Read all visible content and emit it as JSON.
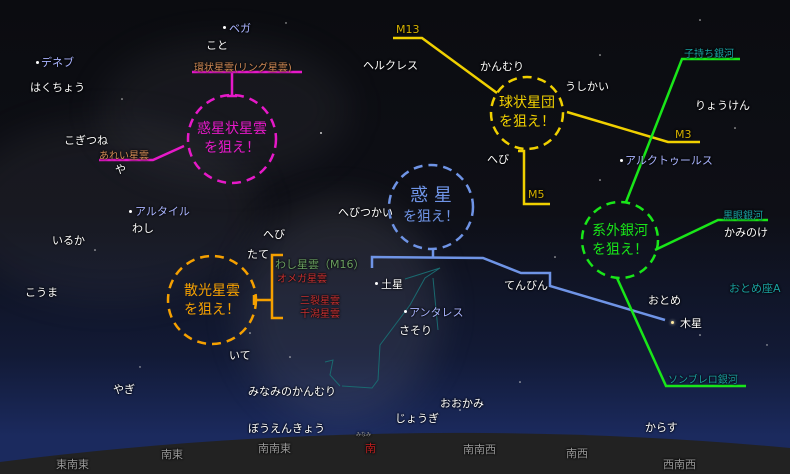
{
  "stars": {
    "vega": "ベガ",
    "deneb": "デネブ",
    "altair": "アルタイル",
    "arcturus": "アルクトゥールス",
    "antares": "アンタレス"
  },
  "planets": {
    "saturn": "土星",
    "jupiter": "木星"
  },
  "constellations": [
    "こと",
    "はくちょう",
    "ヘルクレス",
    "かんむり",
    "うしかい",
    "りょうけん",
    "こぎつね",
    "や",
    "へび",
    "へびつかい",
    "わし",
    "いるか",
    "へび",
    "たて",
    "こうま",
    "いて",
    "やぎ",
    "みなみのかんむり",
    "ぼうえんきょう",
    "さそり",
    "てんびん",
    "おとめ",
    "おおかみ",
    "じょうぎ",
    "からす",
    "かみのけ"
  ],
  "targets": {
    "planetary_nebula": {
      "title": "惑星状星雲",
      "sub": "を狙え！",
      "items": [
        "環状星雲(リング星雲)",
        "あれい星雲"
      ],
      "color": "#e619c8"
    },
    "globular_cluster": {
      "title": "球状星団",
      "sub": "を狙え！",
      "items": [
        "M13",
        "M3",
        "M5"
      ],
      "color": "#f0d000"
    },
    "planet": {
      "title": "惑 星",
      "sub": "を狙え！",
      "color": "#6f94e6"
    },
    "galaxy": {
      "title": "系外銀河",
      "sub": "を狙え！",
      "items": [
        "子持ち銀河",
        "黒眼銀河",
        "ソンブレロ銀河",
        "おとめ座A"
      ],
      "color": "#19e619"
    },
    "diffuse_nebula": {
      "title": "散光星雲",
      "sub": "を狙え！",
      "items": [
        "わし星雲（M16）",
        "オメガ星雲",
        "三裂星雲",
        "千潟星雲"
      ],
      "color": "#f5a000"
    }
  },
  "directions": [
    "東南東",
    "南東",
    "南南東",
    "南",
    "南南西",
    "南西",
    "西南西"
  ],
  "south_ruby": "みなみ"
}
